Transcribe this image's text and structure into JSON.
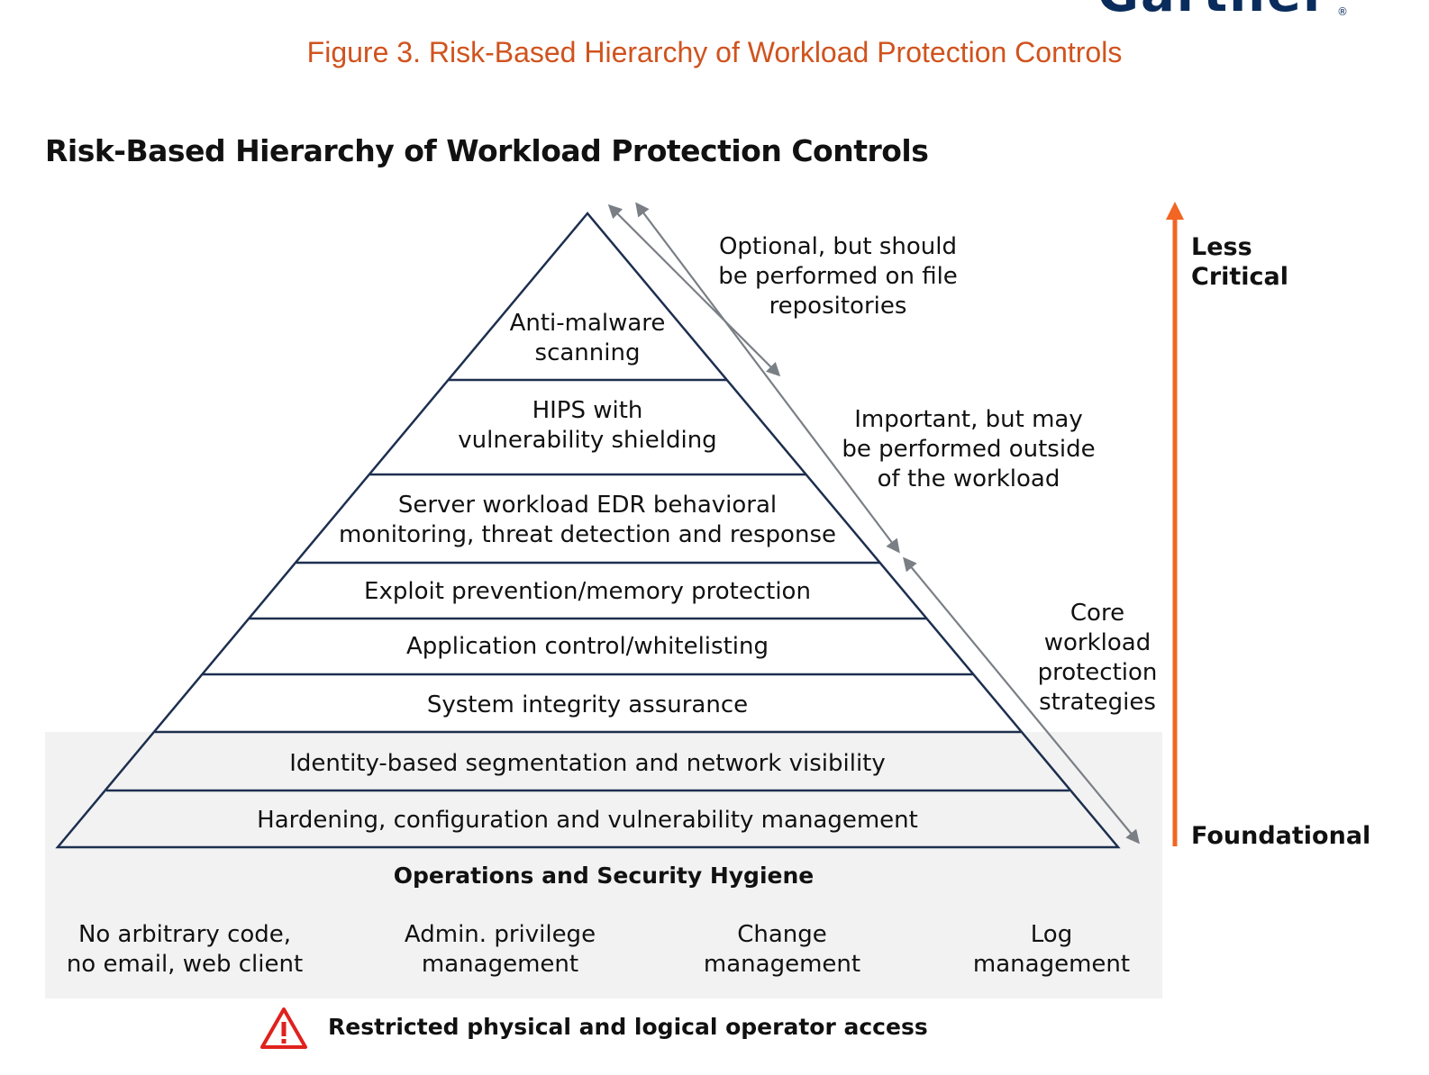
{
  "brand": {
    "logo_text": "Gartner",
    "registered_mark": "®"
  },
  "figure_title": "Figure 3. Risk-Based Hierarchy of Workload Protection Controls",
  "diagram_title": "Risk-Based Hierarchy of Workload Protection Controls",
  "pyramid_levels": [
    [
      "Anti-malware",
      "scanning"
    ],
    [
      "HIPS with",
      "vulnerability shielding"
    ],
    [
      "Server workload EDR behavioral",
      "monitoring, threat detection and response"
    ],
    [
      "Exploit prevention/memory protection"
    ],
    [
      "Application control/whitelisting"
    ],
    [
      "System integrity assurance"
    ],
    [
      "Identity-based segmentation and network visibility"
    ],
    [
      "Hardening, configuration and vulnerability management"
    ]
  ],
  "annotations": [
    [
      "Optional, but should",
      "be performed on file",
      "repositories"
    ],
    [
      "Important, but may",
      "be performed outside",
      "of the workload"
    ],
    [
      "Core",
      "workload",
      "protection",
      "strategies"
    ]
  ],
  "criticality": {
    "top_label": [
      "Less",
      "Critical"
    ],
    "bottom_label": "Foundational",
    "arrow_color": "#f26522"
  },
  "operations": {
    "heading": "Operations and Security Hygiene",
    "items": [
      [
        "No arbitrary code,",
        "no email, web client"
      ],
      [
        "Admin. privilege",
        "management"
      ],
      [
        "Change",
        "management"
      ],
      [
        "Log",
        "management"
      ]
    ]
  },
  "footer": {
    "text": "Restricted physical and logical operator access",
    "icon": "warning-triangle-icon",
    "icon_color": "#e0211d"
  },
  "colors": {
    "title_accent": "#d0531e",
    "pyramid_line": "#1d2f4f",
    "bracket_arrows": "#7a7f85",
    "panel_bg": "#f2f2f2"
  }
}
